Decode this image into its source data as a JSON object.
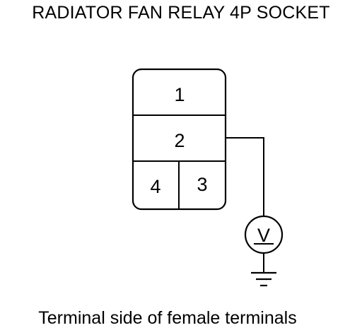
{
  "title": "RADIATOR FAN RELAY 4P SOCKET",
  "caption": "Terminal side of female terminals",
  "connector": {
    "terminals": [
      {
        "label": "1"
      },
      {
        "label": "2"
      },
      {
        "label": "4"
      },
      {
        "label": "3"
      }
    ]
  },
  "meter": {
    "symbol": "V",
    "icon": "voltmeter-icon"
  },
  "ground": {
    "icon": "ground-icon"
  }
}
